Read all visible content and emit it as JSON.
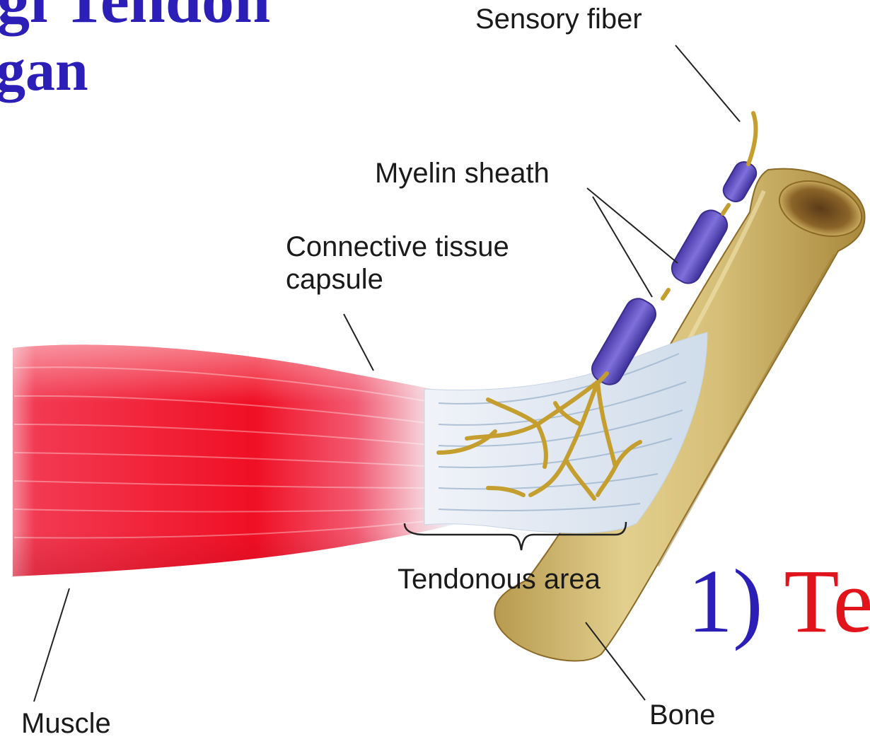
{
  "title": {
    "line1": "gi Tendon",
    "line2": "gan"
  },
  "labels": {
    "sensory_fiber": "Sensory fiber",
    "myelin_sheath": "Myelin sheath",
    "capsule_line1": "Connective tissue",
    "capsule_line2": "capsule",
    "tendonous_area": "Tendonous area",
    "muscle": "Muscle",
    "bone": "Bone"
  },
  "subheading": {
    "number": "1) ",
    "text": "Te"
  },
  "colors": {
    "title": "#2c1fb8",
    "subheading_number": "#2c1fb8",
    "subheading_text": "#e0141a",
    "muscle": "#f0142a",
    "tendon": "#dbe6f1",
    "bone": "#d8c27a",
    "myelin": "#6a5bc9",
    "nerve": "#c9a43a"
  }
}
